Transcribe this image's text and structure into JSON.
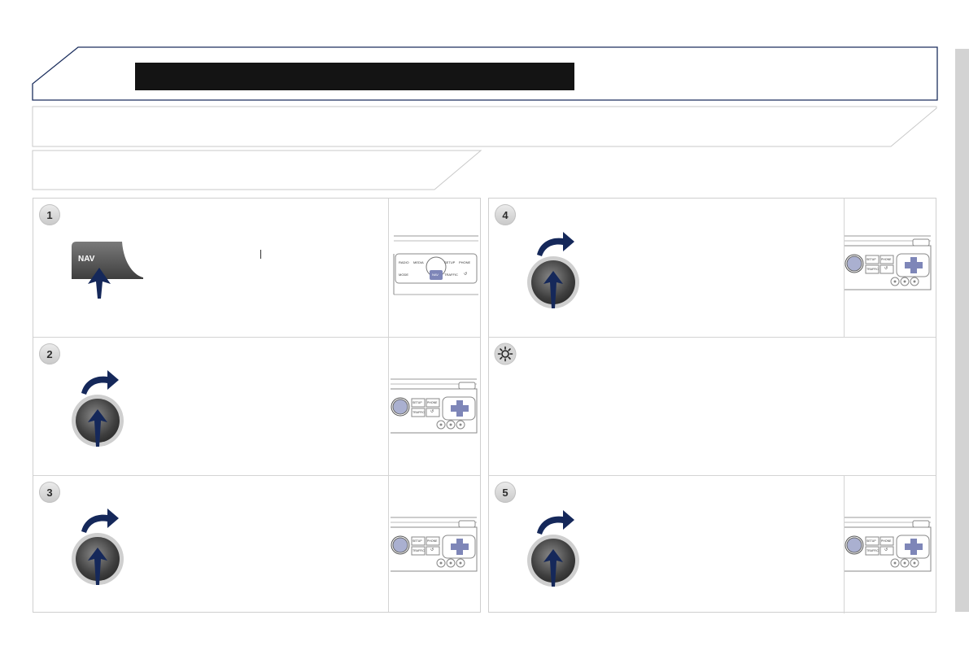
{
  "header": {
    "title_bar": ""
  },
  "steps": [
    {
      "number": "1",
      "button_label": "NAV"
    },
    {
      "number": "2"
    },
    {
      "number": "3"
    },
    {
      "number": "4"
    },
    {
      "number": "5"
    }
  ],
  "radio": {
    "buttons_row1": [
      "RADIO",
      "MEDIA",
      "SETUP",
      "PHONE"
    ],
    "buttons_row2": [
      "MODE",
      "NAV",
      "TRAFFIC",
      "↺"
    ],
    "side_buttons": [
      "SETUP",
      "PHONE",
      "TRAFFIC",
      "↺"
    ]
  },
  "colors": {
    "arrow": "#15285a",
    "frame_line": "#1c2f5e",
    "badge": "#d6d6d6",
    "side_bar": "#d3d3d3"
  },
  "icons": {
    "tip": "lightbulb-icon",
    "rotate": "rotate-arrow-icon",
    "press": "press-arrow-icon"
  }
}
